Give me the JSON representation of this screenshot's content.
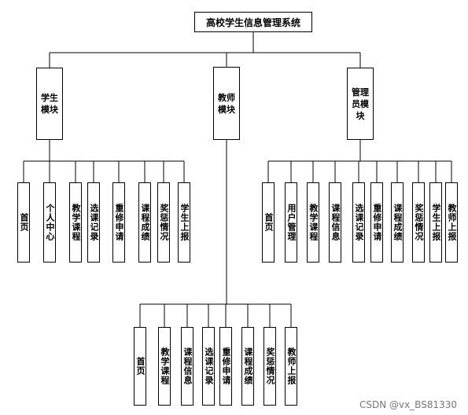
{
  "root": {
    "label": "高校学生信息管理系统"
  },
  "modules": [
    {
      "id": "student",
      "label": "学生\n模块",
      "children": [
        "首页",
        "个人中心",
        "教学课程",
        "选课记录",
        "重修申请",
        "课程成绩",
        "奖惩情况",
        "学生上报"
      ]
    },
    {
      "id": "teacher",
      "label": "教师\n模块",
      "children": [
        "首页",
        "教学课程",
        "课程信息",
        "选课记录",
        "重修申请",
        "课程成绩",
        "奖惩情况",
        "教师上报"
      ]
    },
    {
      "id": "admin",
      "label": "管理\n员模\n块",
      "children": [
        "首页",
        "用户管理",
        "教学课程",
        "课程信息",
        "选课记录",
        "重修申请",
        "课程成绩",
        "奖惩情况",
        "学生上报",
        "教师上报"
      ]
    }
  ],
  "watermark": "CSDN @vx_BS81330"
}
